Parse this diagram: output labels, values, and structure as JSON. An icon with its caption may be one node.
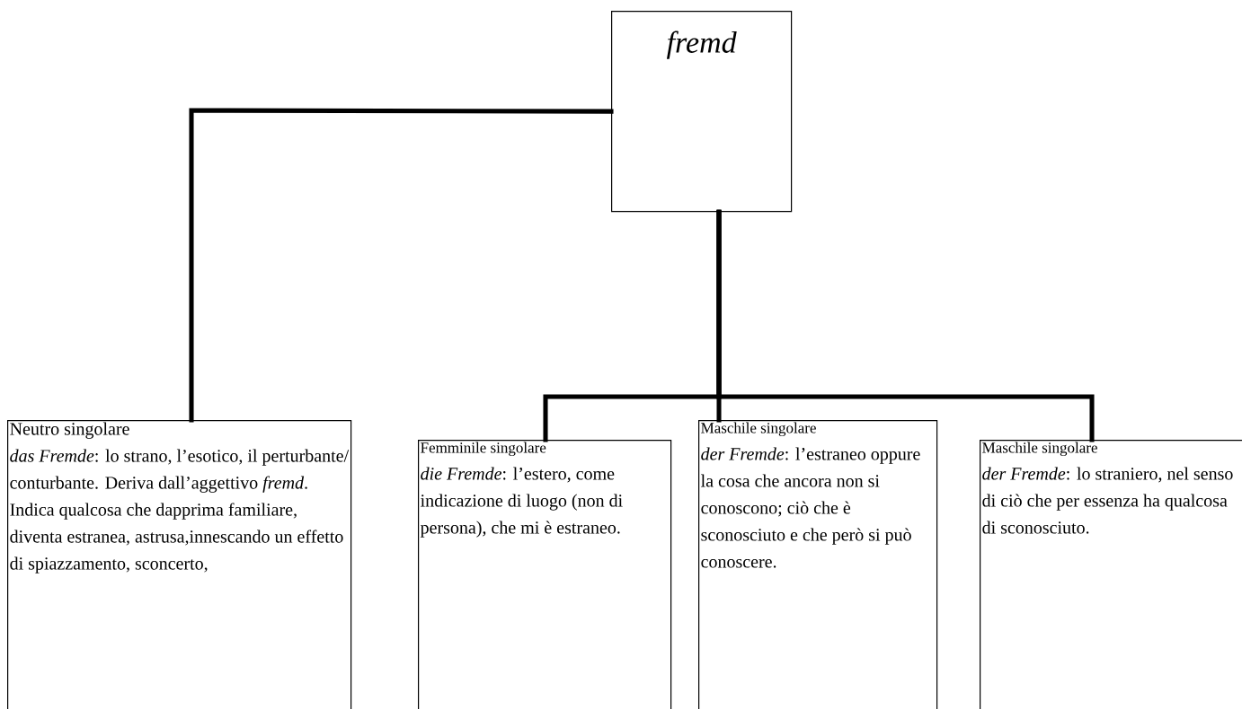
{
  "diagram": {
    "nodes": [
      {
        "text": [
          "fremd"
        ]
      },
      {
        "text": [
          "Neutro singolare",
          "*das Fremde*: lo strano, l’esotico, il perturbante/ conturbante. Deriva dall’aggettivo *fremd*. Indica qualcosa che dapprima familiare, diventa estranea, astrusa,innescando un effetto di spiazzamento, sconcerto,"
        ]
      },
      {
        "text": [
          "Femminile singolare",
          "*die Fremde*: l’estero, come indicazione di luogo (non di persona), che mi è estraneo."
        ]
      },
      {
        "text": [
          "Maschile singolare",
          "*der Fremde*: l’estraneo oppure la cosa che ancora non si conoscono; ciò che è sconosciuto e che però si può conoscere."
        ]
      },
      {
        "text": [
          "Maschile singolare",
          "*der Fremde*: lo straniero, nel senso di ciò che per essenza ha qualcosa di sconosciuto."
        ]
      }
    ],
    "edges": [
      {
        "from": 0,
        "to": 1,
        "arrow": "none"
      },
      {
        "from": 0,
        "to": 2,
        "arrow": "none"
      },
      {
        "from": 0,
        "to": 3,
        "arrow": "none"
      },
      {
        "from": 0,
        "to": 4,
        "arrow": "none"
      }
    ]
  }
}
